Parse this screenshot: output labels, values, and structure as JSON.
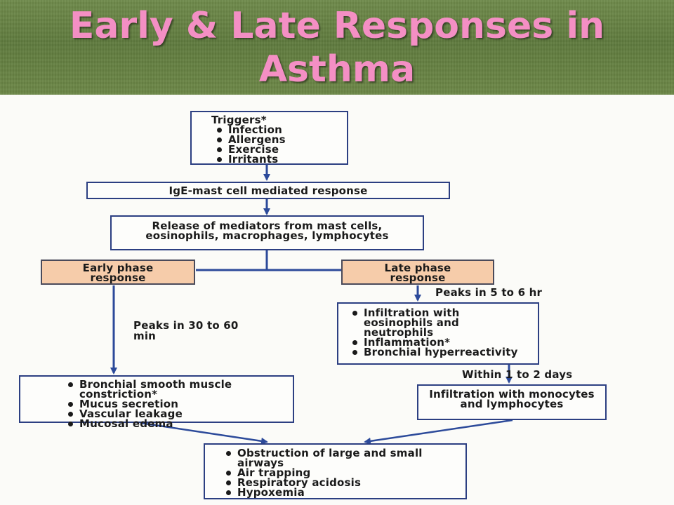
{
  "title": "Early & Late Responses in Asthma",
  "diagram": {
    "triggers": {
      "heading": "Triggers*",
      "items": [
        "Infection",
        "Allergens",
        "Exercise",
        "Irritants"
      ]
    },
    "ige": "IgE-mast cell mediated response",
    "mediators": "Release of mediators from mast cells, eosinophils, macrophages, lymphocytes",
    "early_phase": "Early phase response",
    "late_phase": "Late phase response",
    "early_peak": "Peaks in 30 to 60 min",
    "late_peak": "Peaks in 5 to 6 hr",
    "late_effects": [
      "Infiltration with eosinophils and neutrophils",
      "Inflammation*",
      "Bronchial hyperreactivity"
    ],
    "within_days": "Within 1 to 2 days",
    "infiltration_mono": "Infiltration with monocytes and lymphocytes",
    "early_effects": [
      "Bronchial smooth muscle constriction*",
      "Mucus secretion",
      "Vascular leakage",
      "Mucosal edema"
    ],
    "outcomes": [
      "Obstruction of large and small airways",
      "Air trapping",
      "Respiratory acidosis",
      "Hypoxemia"
    ]
  }
}
